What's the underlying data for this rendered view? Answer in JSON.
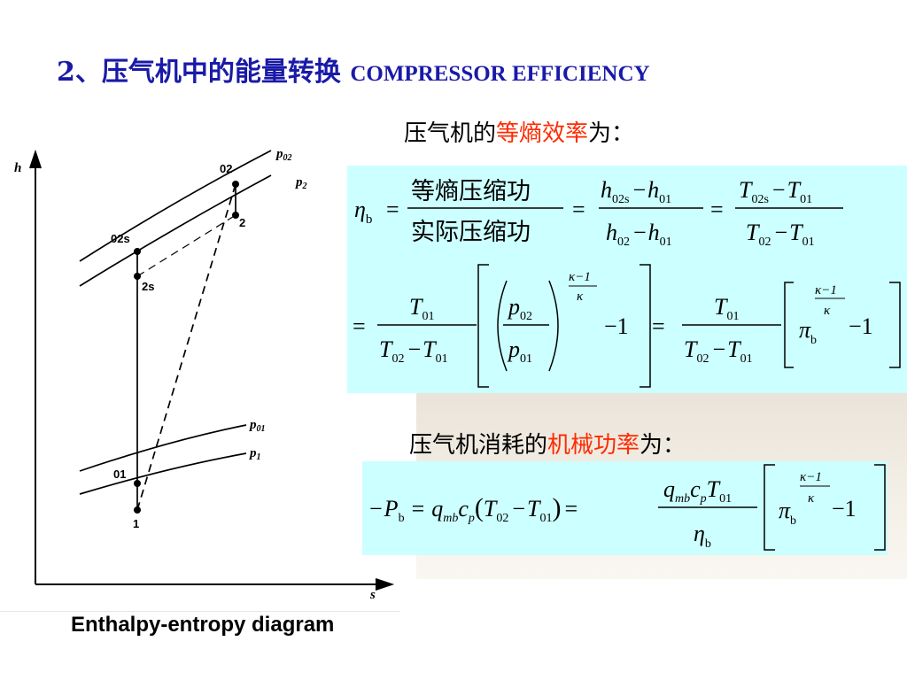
{
  "slide": {
    "title_cn": "2、压气机中的能量转换",
    "title_en": "COMPRESSOR EFFICIENCY",
    "line1_pre": "压气机的",
    "line1_red": "等熵效率",
    "line1_post": "为：",
    "line2_pre": "压气机消耗的",
    "line2_red": "机械功率",
    "line2_post": "为：",
    "caption": "Enthalpy-entropy diagram"
  },
  "diagram": {
    "axis_h": "h",
    "axis_s": "s",
    "label_p02": "p",
    "label_p02_sub": "02",
    "label_p2": "p",
    "label_p2_sub": "2",
    "label_p01": "p",
    "label_p01_sub": "01",
    "label_p1": "p",
    "label_p1_sub": "1",
    "pt_02": "02",
    "pt_2": "2",
    "pt_02s": "02s",
    "pt_2s": "2s",
    "pt_01": "01",
    "pt_1": "1"
  },
  "equations": {
    "eta": "η",
    "b": "b",
    "eq": "=",
    "minus": "−",
    "one": "1",
    "num_cn": "等熵压缩功",
    "den_cn": "实际压缩功",
    "h": "h",
    "T": "T",
    "p": "p",
    "P": "P",
    "q": "q",
    "c": "c",
    "pi": "π",
    "kappa_minus_1": "κ−1",
    "kappa": "κ",
    "s02s": "02s",
    "s01": "01",
    "s02": "02",
    "smb": "mb",
    "sp": "p"
  }
}
